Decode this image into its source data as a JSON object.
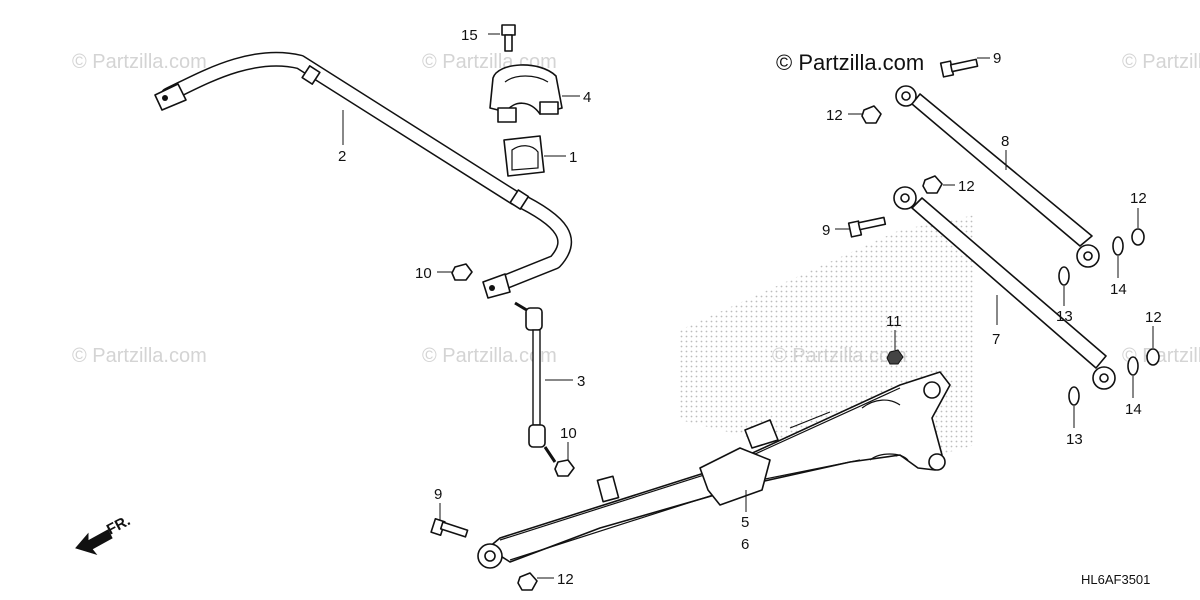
{
  "watermark_text": "© Partzilla.com",
  "copyright_text": "© Partzilla.com",
  "diagram_code": "HL6AF3501",
  "direction_label": "FR.",
  "callouts": {
    "c1": "1",
    "c2": "2",
    "c3": "3",
    "c4": "4",
    "c5": "5",
    "c6": "6",
    "c7": "7",
    "c8": "8",
    "c9a": "9",
    "c9b": "9",
    "c9c": "9",
    "c10a": "10",
    "c10b": "10",
    "c11": "11",
    "c12a": "12",
    "c12b": "12",
    "c12c": "12",
    "c12d": "12",
    "c12e": "12",
    "c13a": "13",
    "c13b": "13",
    "c14a": "14",
    "c14b": "14",
    "c15": "15"
  },
  "icons": [
    "fr-arrow-icon"
  ]
}
